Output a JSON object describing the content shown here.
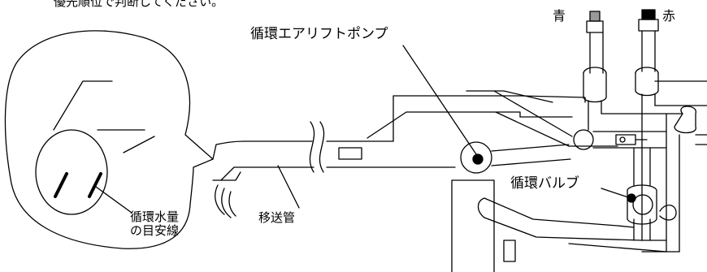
{
  "notes": {
    "top": "優先順位で判断してください。"
  },
  "labels": {
    "pump": "循環エアリフトポンプ",
    "valve": "循環バルブ",
    "water_line_1": "循環水量",
    "water_line_2": "の目安線",
    "transfer_pipe": "移送管",
    "blue": "青",
    "red": "赤"
  }
}
